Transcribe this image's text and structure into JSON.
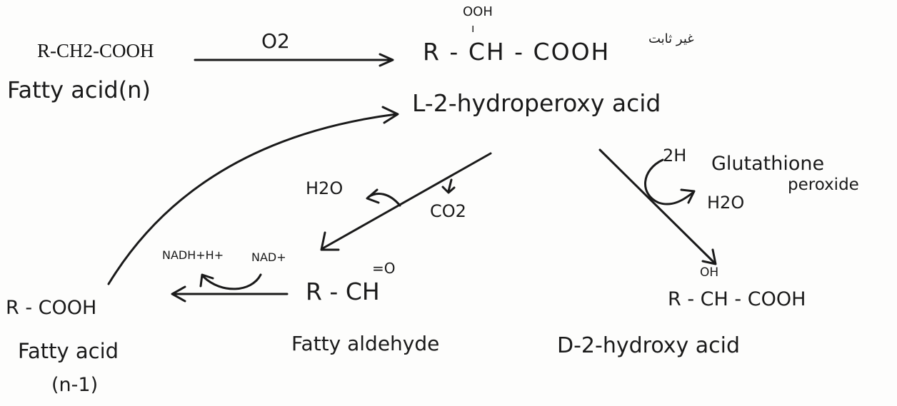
{
  "substrate": {
    "formula": "R-CH2-COOH",
    "name": "Fatty acid(n)"
  },
  "step1": {
    "reagent": "O2"
  },
  "hydroperoxy": {
    "substituent": "OOH",
    "formula": "R - CH - COOH",
    "note_arabic": "غير ثابت",
    "name": "L-2-hydroperoxy acid"
  },
  "left_branch": {
    "water": "H2O",
    "co2": "CO2",
    "cofactor_reduced": "NADH+H+",
    "cofactor_oxidized": "NAD+",
    "aldehyde_carbonyl": "=O",
    "aldehyde_formula": "R - CH",
    "aldehyde_name": "Fatty aldehyde",
    "product_formula": "R - COOH",
    "product_name_line1": "Fatty acid",
    "product_name_line2": "(n-1)"
  },
  "right_branch": {
    "reductant": "2H",
    "enzyme_line1": "Glutathione",
    "enzyme_line2": "peroxide",
    "water": "H2O",
    "substituent": "OH",
    "product_formula": "R - CH - COOH",
    "product_name": "D-2-hydroxy acid"
  }
}
